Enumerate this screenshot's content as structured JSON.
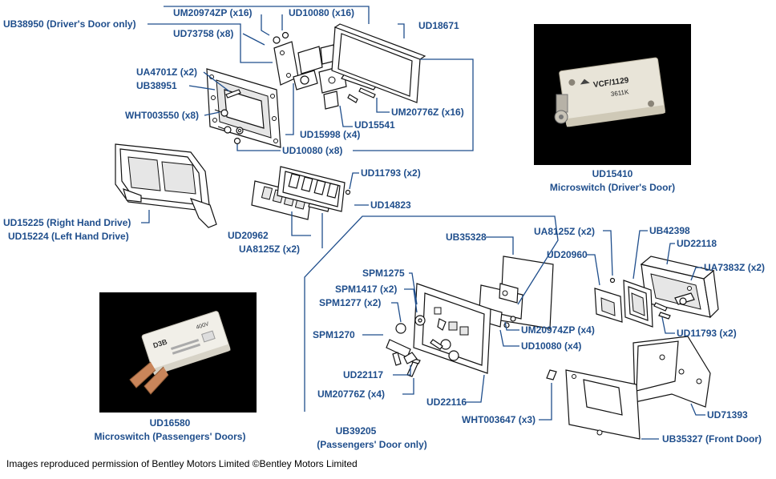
{
  "labels": {
    "ub38950": "UB38950 (Driver's Door only)",
    "um20974zp_x16": "UM20974ZP (x16)",
    "ud10080_x16": "UD10080 (x16)",
    "ud73758": "UD73758 (x8)",
    "ud18671": "UD18671",
    "ua4701z": "UA4701Z (x2)",
    "ub38951": "UB38951",
    "wht003550": "WHT003550 (x8)",
    "um20776z_x16": "UM20776Z (x16)",
    "ud15541": "UD15541",
    "ud15998": "UD15998 (x4)",
    "ud10080_x8": "UD10080 (x8)",
    "ud11793_x2_top": "UD11793 (x2)",
    "ud14823": "UD14823",
    "ud15225": "UD15225 (Right Hand Drive)",
    "ud15224": "UD15224 (Left Hand Drive)",
    "ud20962": "UD20962",
    "ua8125z_left": "UA8125Z (x2)",
    "ub35328": "UB35328",
    "ua8125z_right": "UA8125Z (x2)",
    "ub42398": "UB42398",
    "ud22118": "UD22118",
    "ud20960": "UD20960",
    "ua7383z": "UA7383Z (x2)",
    "spm1275": "SPM1275",
    "spm1417": "SPM1417 (x2)",
    "spm1277": "SPM1277 (x2)",
    "spm1270": "SPM1270",
    "um20974zp_x4": "UM20974ZP (x4)",
    "ud10080_x4": "UD10080 (x4)",
    "ud11793_x2_right": "UD11793 (x2)",
    "ud22117": "UD22117",
    "um20776z_x4": "UM20776Z (x4)",
    "ud22116": "UD22116",
    "wht003647": "WHT003647 (x3)",
    "ud71393": "UD71393",
    "ub39205": "UB39205",
    "ub39205_note": "(Passengers' Door only)",
    "ub35327": "UB35327 (Front Door)"
  },
  "photos": {
    "driver": {
      "code": "UD15410",
      "caption": "Microswitch (Driver's Door)",
      "switch_text": [
        "VCF/1129",
        "3611K"
      ]
    },
    "passenger": {
      "code": "UD16580",
      "caption": "Microswitch (Passengers' Doors)",
      "switch_text": [
        "D3B",
        "400V"
      ]
    }
  },
  "credit": "Images reproduced permission of Bentley Motors Limited ©Bentley Motors Limited",
  "colors": {
    "label": "#1f4e8c",
    "photo_bg": "#000000",
    "switch_body": "#e8e4d8"
  }
}
